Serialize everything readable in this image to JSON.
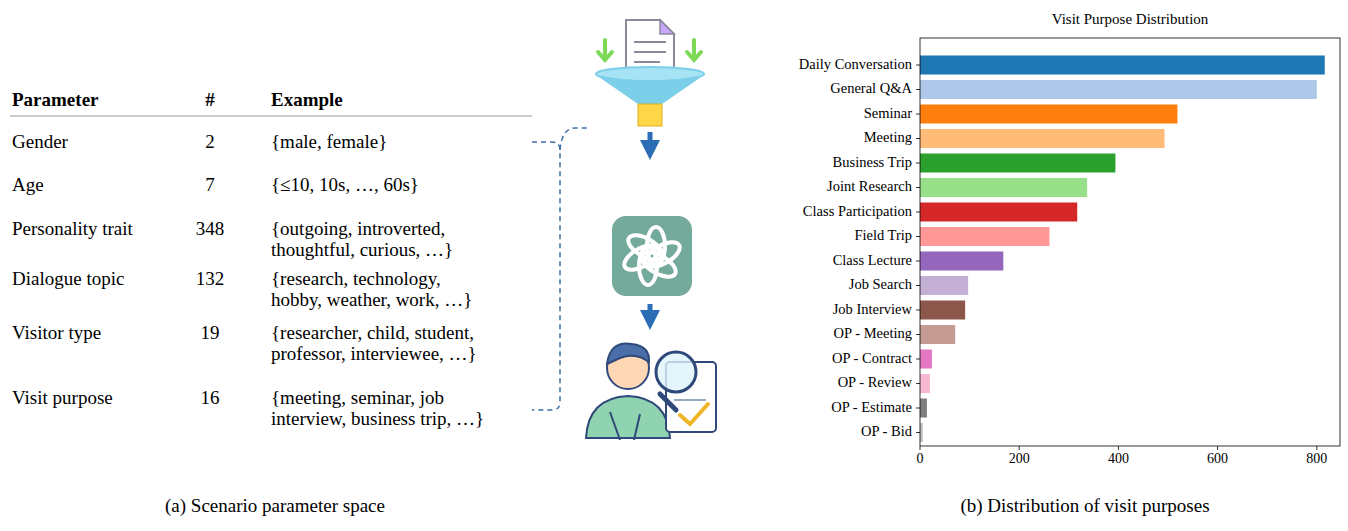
{
  "diagram": {
    "labels": [
      "Parameter",
      "#",
      "Example",
      "Gender",
      "2",
      "{male, female}",
      "Age",
      "7",
      "{≤10, 10s, …, 60s}",
      "Personality trait",
      "348",
      "{outgoing, introverted, thoughtful, curious, …}",
      "Dialogue topic",
      "132",
      "{research, technology, hobby, weather, work, …}",
      "Visitor type",
      "19",
      "{researcher, child, student, professor, interviewee, …}",
      "Visit purpose",
      "16",
      "{meeting, seminar, job interview, business trip, …}",
      "(a) Scenario parameter space",
      "Visit Purpose Distribution",
      "Daily Conversation",
      "General Q&A",
      "Seminar",
      "Meeting",
      "Business Trip",
      "Joint Research",
      "Class Participation",
      "Field Trip",
      "Class Lecture",
      "Job Search",
      "Job Interview",
      "OP - Meeting",
      "OP - Contract",
      "OP - Review",
      "OP - Estimate",
      "OP - Bid",
      "0",
      "200",
      "400",
      "600",
      "800",
      "(b) Distribution of visit purposes"
    ]
  }
}
